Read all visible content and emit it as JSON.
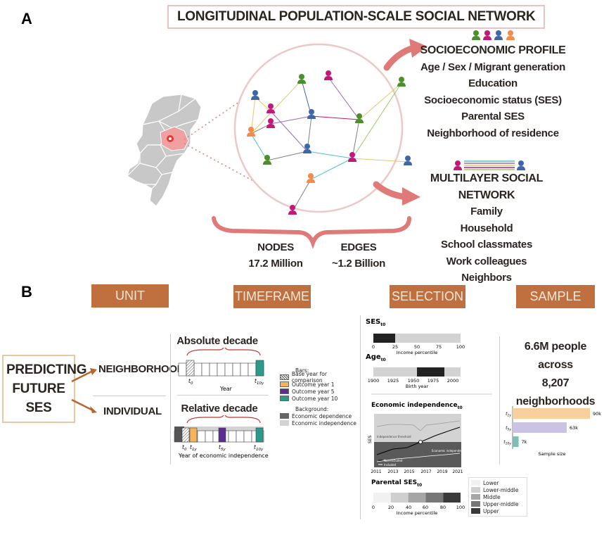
{
  "panel_a": {
    "letter": "A",
    "title": "LONGITUDINAL POPULATION-SCALE SOCIAL NETWORK",
    "socioeconomic": {
      "heading": "SOCIOECONOMIC PROFILE",
      "items": [
        "Age / Sex / Migrant generation",
        "Education",
        "Socioeconomic status (SES)",
        "Parental SES",
        "Neighborhood of residence"
      ]
    },
    "network": {
      "heading": "MULTILAYER SOCIAL NETWORK",
      "items": [
        "Family",
        "Household",
        "School classmates",
        "Work colleagues",
        "Neighbors"
      ]
    },
    "nodes_label": "NODES",
    "nodes_value": "17.2 Million",
    "edges_label": "EDGES",
    "edges_value": "~1.2 Billion",
    "colors": {
      "green": "#4a8f2a",
      "magenta": "#c2187a",
      "blue": "#3f67a8",
      "orange": "#f28b4b",
      "circle": "#ecc8c8",
      "arrow": "#e07a78"
    }
  },
  "panel_b": {
    "letter": "B",
    "headers": [
      "UNIT",
      "TIMEFRAME",
      "SELECTION",
      "SAMPLE"
    ],
    "predicting": [
      "PREDICTING",
      "FUTURE",
      "SES"
    ],
    "unit_neighborhood": "NEIGHBORHOOD",
    "unit_individual": "INDIVIDUAL",
    "timeframe": {
      "absolute_title": "Absolute decade",
      "absolute_xlabel": "Year",
      "relative_title": "Relative decade",
      "relative_xlabel": "Year of economic independence",
      "tick_t0": "t",
      "tick_t0_sub": "0",
      "tick_t1": "t",
      "tick_t1_sub": "1y",
      "tick_t5": "t",
      "tick_t5_sub": "5y",
      "tick_t10": "t",
      "tick_t10_sub": "10y",
      "legend_bars_title": "Bars:",
      "legend_bars": [
        {
          "label": "Base year for comparison",
          "color": "hatch"
        },
        {
          "label": "Outcome year 1",
          "color": "#f5b45a"
        },
        {
          "label": "Outcome year 5",
          "color": "#5b2d8e"
        },
        {
          "label": "Outcome year 10",
          "color": "#2a9a8c"
        }
      ],
      "legend_bg_title": "Background:",
      "legend_bg": [
        {
          "label": "Economic dependence",
          "color": "#666666"
        },
        {
          "label": "Economic independence",
          "color": "#d3d3d3"
        }
      ]
    },
    "selection": {
      "ses_label": "SES",
      "ses_sub": "t0",
      "ses_xlabel": "Income percentile",
      "ses_ticks": [
        "0",
        "25",
        "50",
        "75",
        "100"
      ],
      "age_label": "Age",
      "age_sub": "t0",
      "age_xlabel": "Birth year",
      "age_ticks": [
        "1900",
        "1925",
        "1950",
        "1975",
        "2000"
      ],
      "econ_label": "Economic independence",
      "econ_sub": "t0",
      "econ_ylabel": "SES",
      "econ_ticks": [
        "2011",
        "2013",
        "2015",
        "2017",
        "2019",
        "2021"
      ],
      "econ_annot_dep": "Independence threshold",
      "econ_annot_new": "Economic independence",
      "econ_legend_1": "Non-included",
      "econ_legend_2": "Included",
      "parental_label": "Parental SES",
      "parental_sub": "t0",
      "parental_xlabel": "Income percentile",
      "parental_ticks": [
        "0",
        "20",
        "40",
        "60",
        "80",
        "100"
      ],
      "parental_legend": [
        {
          "label": "Lower",
          "color": "#f1f1f1"
        },
        {
          "label": "Lower-middle",
          "color": "#cfcfcf"
        },
        {
          "label": "Middle",
          "color": "#a6a6a6"
        },
        {
          "label": "Upper-middle",
          "color": "#777777"
        },
        {
          "label": "Upper",
          "color": "#3a3a3a"
        }
      ]
    },
    "sample": {
      "line1": "6.6M people",
      "line2": "across",
      "line3": "8,207 neighborhoods",
      "xlabel": "Sample size"
    }
  },
  "chart_data": {
    "type": "bar",
    "categories": [
      "t1y",
      "t5y",
      "t10y"
    ],
    "values": [
      90,
      63,
      7
    ],
    "value_labels": [
      "90k",
      "63k",
      "7k"
    ],
    "colors": [
      "#f9cf9c",
      "#cbc3e3",
      "#7dbfb3"
    ],
    "xlabel": "Sample size",
    "orientation": "horizontal"
  }
}
